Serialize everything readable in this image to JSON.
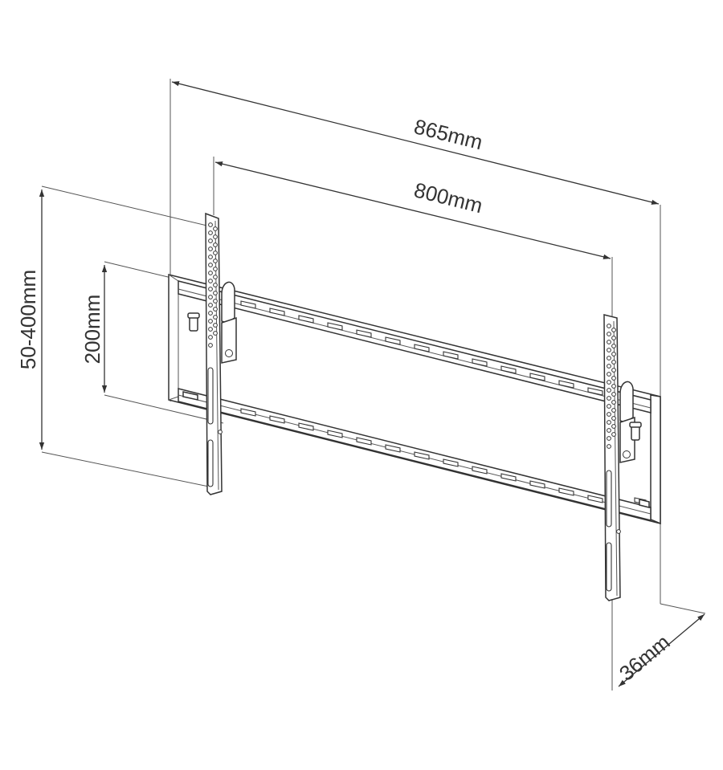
{
  "dimensions": {
    "overall_width": "865mm",
    "hole_spacing": "800mm",
    "vertical_range": "50-400mm",
    "rail_spacing": "200mm",
    "depth": "36mm"
  },
  "colors": {
    "line": "#333333",
    "background": "#ffffff"
  }
}
